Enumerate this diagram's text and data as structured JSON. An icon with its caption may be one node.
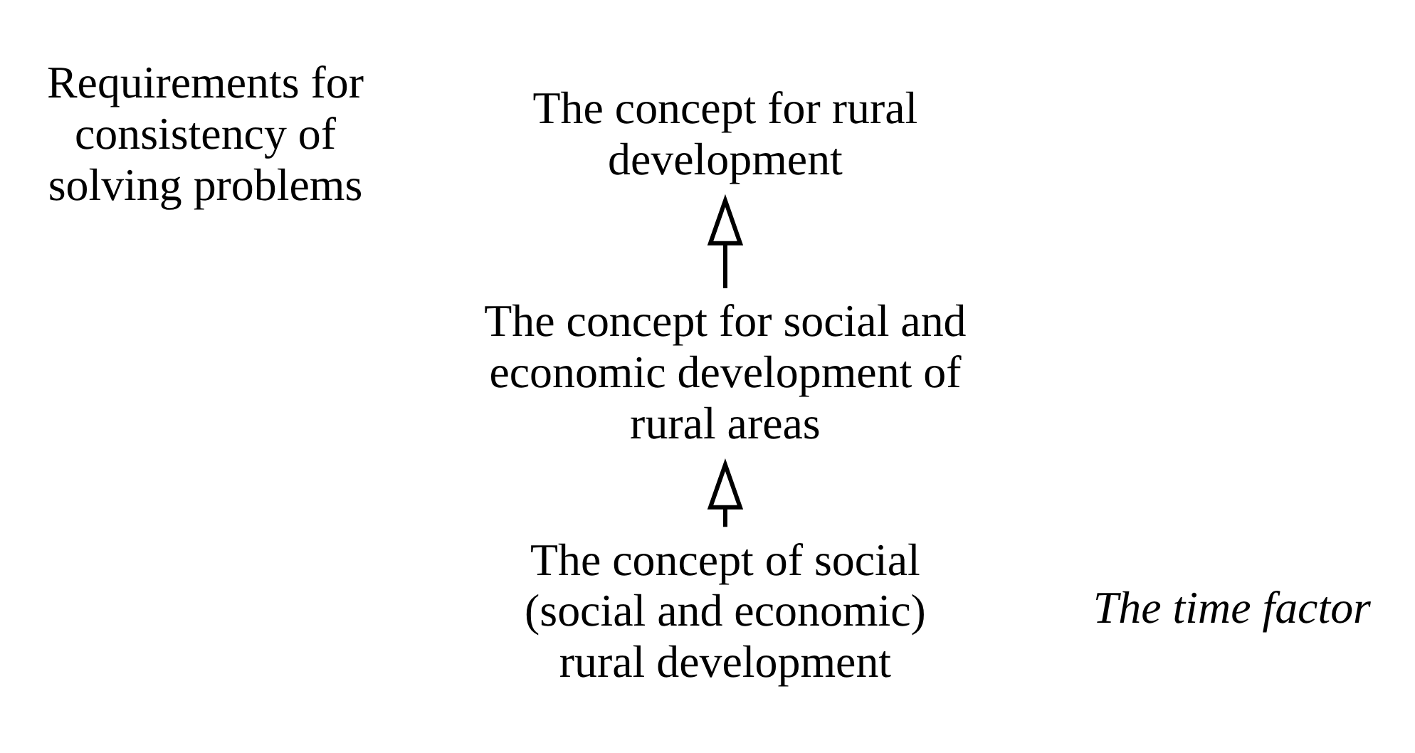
{
  "diagram": {
    "nodes": [
      {
        "text": [
          "The concept of social (social and economic) rural development"
        ]
      },
      {
        "text": [
          "The concept for social and economic development of rural areas"
        ]
      },
      {
        "text": [
          "The concept for rural development"
        ]
      }
    ],
    "edges": [
      {
        "from": 0,
        "to": 1,
        "arrow": "to"
      },
      {
        "from": 1,
        "to": 2,
        "arrow": "to"
      }
    ],
    "labels": [
      "Requirements for consistency of solving problems",
      "The time factor"
    ]
  }
}
